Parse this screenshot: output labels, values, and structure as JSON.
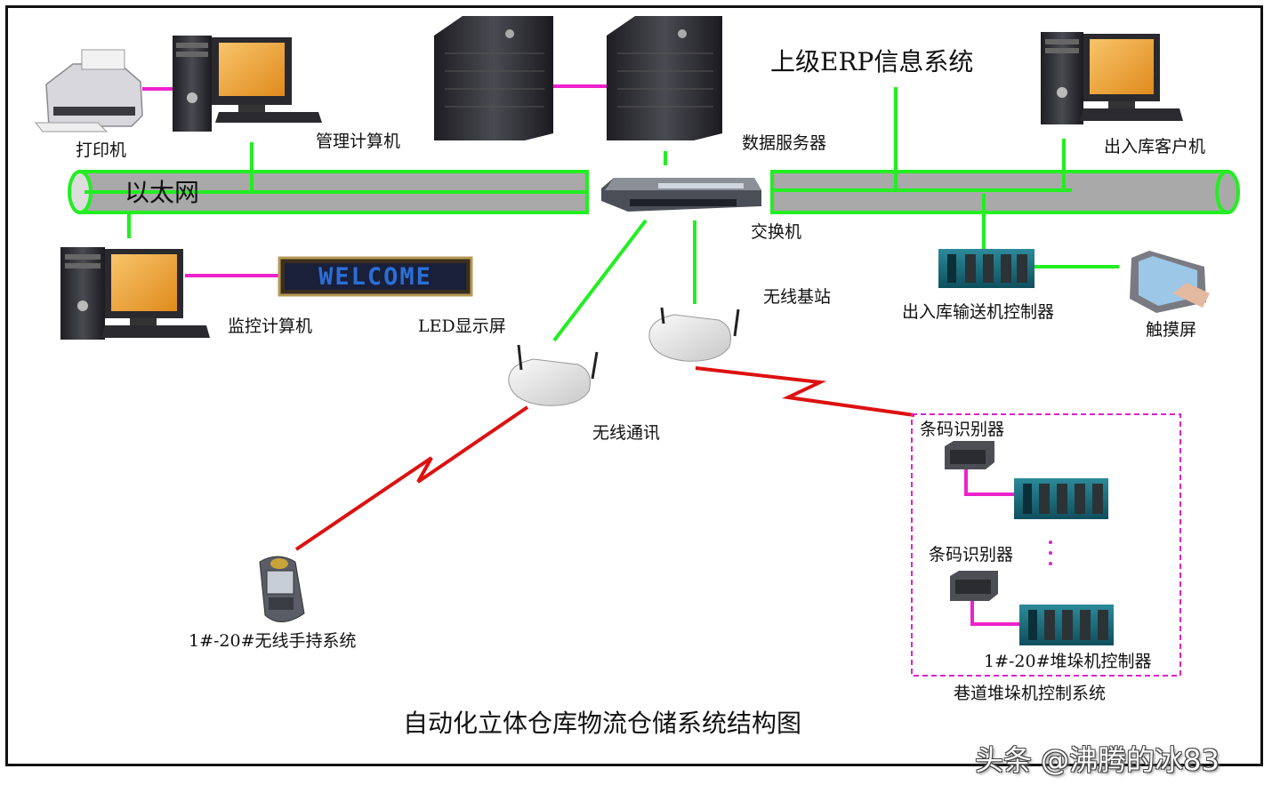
{
  "diagram": {
    "title": "自动化立体仓库物流仓储系统结构图",
    "watermark": "头条 @沸腾的冰83",
    "network_label": "以太网",
    "nodes": {
      "printer": "打印机",
      "management_computer": "管理计算机",
      "data_server": "数据服务器",
      "erp_system": "上级ERP信息系统",
      "client_computer": "出入库客户机",
      "switch": "交换机",
      "monitor_computer": "监控计算机",
      "led_display": "LED显示屏",
      "led_text": "WELCOME",
      "wireless_base_station": "无线基站",
      "conveyor_controller": "出入库输送机控制器",
      "touch_screen": "触摸屏",
      "wireless_comm": "无线通讯",
      "handheld_system": "1#-20#无线手持系统",
      "barcode_reader_1": "条码识别器",
      "barcode_reader_2": "条码识别器",
      "stacker_controller": "1#-20#堆垛机控制器",
      "aisle_stacker_system": "巷道堆垛机控制系统"
    }
  },
  "colors": {
    "ethernet": "#22ee22",
    "link": "#22ee22",
    "peripheral_link": "#ee22cc",
    "wireless": "#dd1111",
    "pipe": "#a9a9a9",
    "group_border": "#dd22cc",
    "led_dots": "#2a6fd6"
  }
}
